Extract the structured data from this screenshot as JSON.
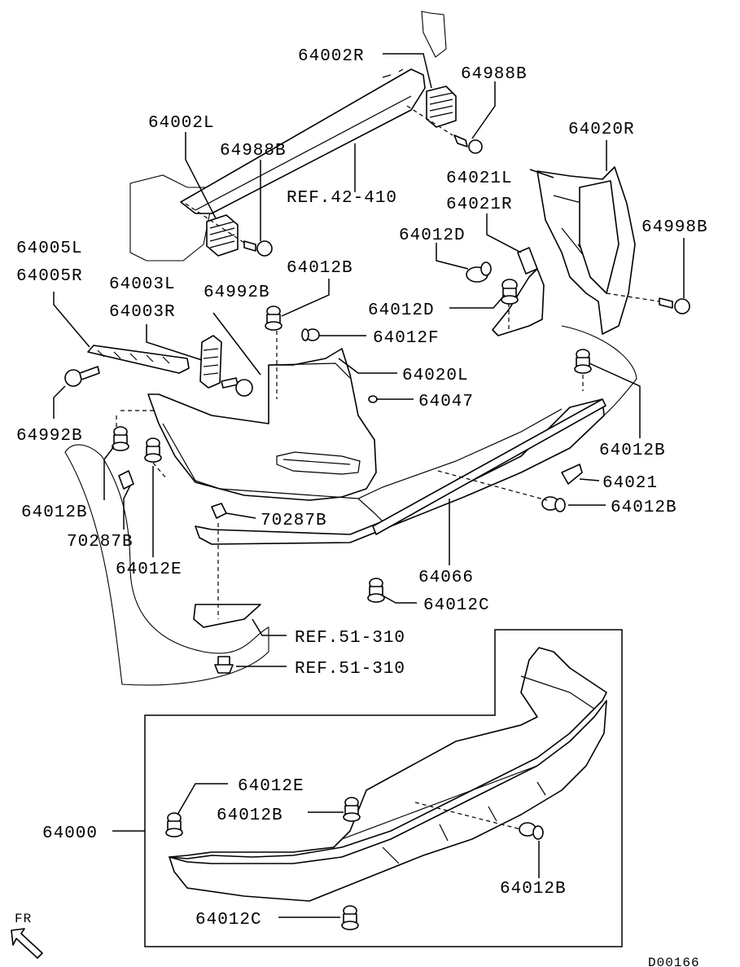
{
  "labels": {
    "p64002R": "64002R",
    "p64988B_top": "64988B",
    "p64002L": "64002L",
    "p64988B_mid": "64988B",
    "ref42410": "REF.42-410",
    "p64020R": "64020R",
    "p64021L": "64021L",
    "p64021R": "64021R",
    "p64012D_a": "64012D",
    "p64998B": "64998B",
    "p64005L": "64005L",
    "p64005R": "64005R",
    "p64012B_a": "64012B",
    "p64003L": "64003L",
    "p64992B_a": "64992B",
    "p64003R": "64003R",
    "p64012D_b": "64012D",
    "p64012F": "64012F",
    "p64020L": "64020L",
    "p64047": "64047",
    "p64992B_b": "64992B",
    "p64012B_b": "64012B",
    "p64021": "64021",
    "p64012B_c": "64012B",
    "p64012B_d": "64012B",
    "p70287B_a": "70287B",
    "p70287B_b": "70287B",
    "p64012E_a": "64012E",
    "p64066": "64066",
    "p64012C_a": "64012C",
    "ref51310_a": "REF.51-310",
    "ref51310_b": "REF.51-310",
    "p64012E_b": "64012E",
    "p64012B_e": "64012B",
    "p64000": "64000",
    "p64012B_f": "64012B",
    "p64012C_b": "64012C",
    "fr": "FR",
    "diagram_code": "D00166"
  }
}
